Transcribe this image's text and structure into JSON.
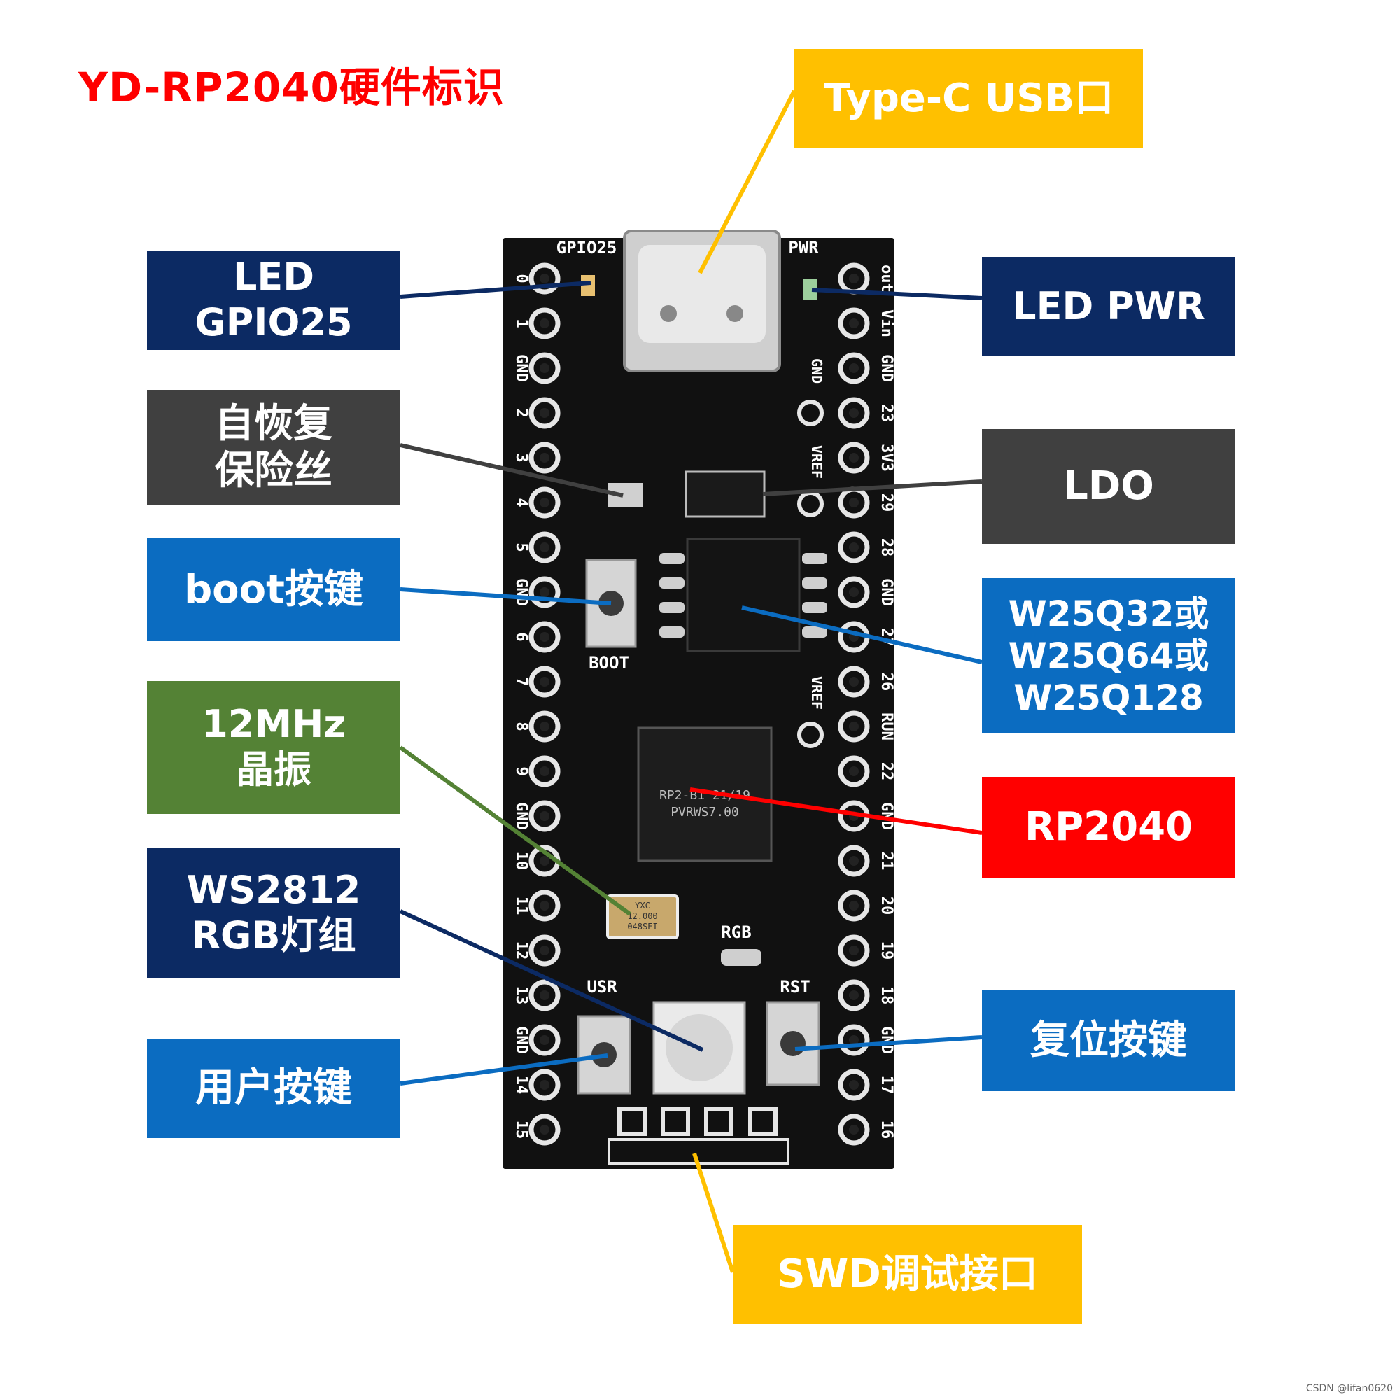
{
  "title": "YD-RP2040硬件标识",
  "credit": "CSDN @lifan0620",
  "colors": {
    "title": "#ff0000",
    "navy": "#0c2a63",
    "grey": "#404040",
    "blue": "#0b6cc1",
    "green": "#548235",
    "red": "#ff0000",
    "gold": "#ffc000",
    "board": "#111111"
  },
  "labels": {
    "usb": [
      "Type-C USB口"
    ],
    "led_gpio": [
      "LED",
      "GPIO25"
    ],
    "led_pwr": [
      "LED PWR"
    ],
    "fuse": [
      "自恢复",
      "保险丝"
    ],
    "ldo": [
      "LDO"
    ],
    "boot": [
      "boot按键"
    ],
    "flash": [
      "W25Q32或",
      "W25Q64或",
      "W25Q128"
    ],
    "crystal": [
      "12MHz",
      "晶振"
    ],
    "rp2040": [
      "RP2040"
    ],
    "ws2812": [
      "WS2812",
      "RGB灯组"
    ],
    "reset": [
      "复位按键"
    ],
    "user": [
      "用户按键"
    ],
    "swd": [
      "SWD调试接口"
    ]
  },
  "board": {
    "silk_top_left": "GPIO25",
    "silk_top_right": "PWR",
    "silk_boot": "BOOT",
    "silk_usr": "USR",
    "silk_rst": "RST",
    "silk_rgb": "RGB",
    "chip_text_1": "RP2-B1  21/19",
    "chip_text_2": "PVRWS7.00",
    "crystal_text_1": "YXC",
    "crystal_text_2": "12.000",
    "crystal_text_3": "048SEI",
    "left_pins": [
      "0",
      "1",
      "GND",
      "2",
      "3",
      "4",
      "5",
      "GND",
      "6",
      "7",
      "8",
      "9",
      "GND",
      "10",
      "11",
      "12",
      "13",
      "GND",
      "14",
      "15"
    ],
    "right_pins": [
      "out",
      "Vin",
      "GND",
      "23",
      "3V3",
      "29",
      "28",
      "GND",
      "27",
      "26",
      "RUN",
      "22",
      "GND",
      "21",
      "20",
      "19",
      "18",
      "GND",
      "17",
      "16"
    ],
    "right_inner": [
      "GND",
      "VREF",
      "VREF"
    ]
  }
}
